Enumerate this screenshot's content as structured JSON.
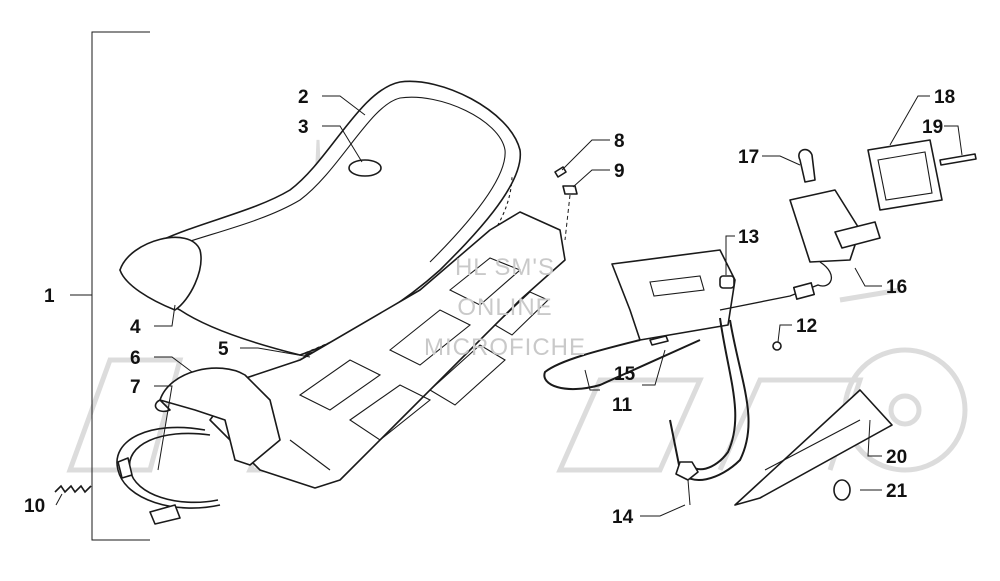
{
  "watermark": {
    "line1": "HL SM'S",
    "line2": "ONLINE",
    "line3": "MICROFICHE"
  },
  "callouts": [
    {
      "id": "1",
      "label": "1"
    },
    {
      "id": "2",
      "label": "2"
    },
    {
      "id": "3",
      "label": "3"
    },
    {
      "id": "4",
      "label": "4"
    },
    {
      "id": "5",
      "label": "5"
    },
    {
      "id": "6",
      "label": "6"
    },
    {
      "id": "7",
      "label": "7"
    },
    {
      "id": "8",
      "label": "8"
    },
    {
      "id": "9",
      "label": "9"
    },
    {
      "id": "10",
      "label": "10"
    },
    {
      "id": "11",
      "label": "11"
    },
    {
      "id": "12",
      "label": "12"
    },
    {
      "id": "13",
      "label": "13"
    },
    {
      "id": "14",
      "label": "14"
    },
    {
      "id": "15",
      "label": "15"
    },
    {
      "id": "16",
      "label": "16"
    },
    {
      "id": "17",
      "label": "17"
    },
    {
      "id": "18",
      "label": "18"
    },
    {
      "id": "19",
      "label": "19"
    },
    {
      "id": "20",
      "label": "20"
    },
    {
      "id": "21",
      "label": "21"
    }
  ]
}
